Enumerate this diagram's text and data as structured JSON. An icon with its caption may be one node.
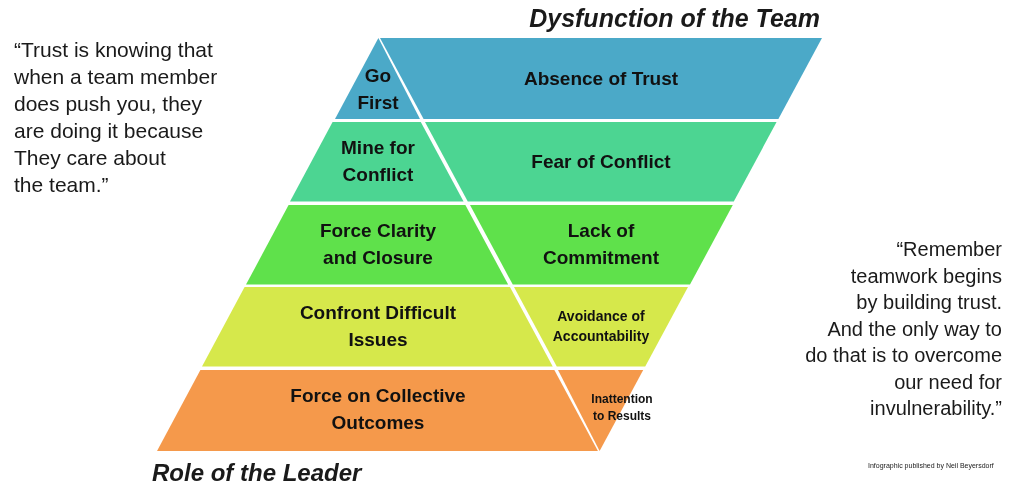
{
  "diagram": {
    "nodes": [
      {
        "text": [
          "Go First"
        ]
      },
      {
        "text": [
          "Absence of Trust"
        ]
      },
      {
        "text": [
          "Mine for Conflict"
        ]
      },
      {
        "text": [
          "Fear of Conflict"
        ]
      },
      {
        "text": [
          "Force Clarity and Closure"
        ]
      },
      {
        "text": [
          "Lack of Commitment"
        ]
      },
      {
        "text": [
          "Confront Difficult Issues"
        ]
      },
      {
        "text": [
          "Avoidance of Accountability"
        ]
      },
      {
        "text": [
          "Force on Collective Outcomes"
        ]
      },
      {
        "text": [
          "Inattention to Results"
        ]
      }
    ],
    "labels": [
      "Dysfunction of the Team",
      "“Trust is knowing that when a team member does push you, they are doing it because They care about the team.”",
      "“Remember teamwork begins by building trust. And the only way to do that is to overcome our need for invulnerability.”",
      "Role of the Leader",
      "Infographic published by Neil Beyersdorf"
    ]
  }
}
